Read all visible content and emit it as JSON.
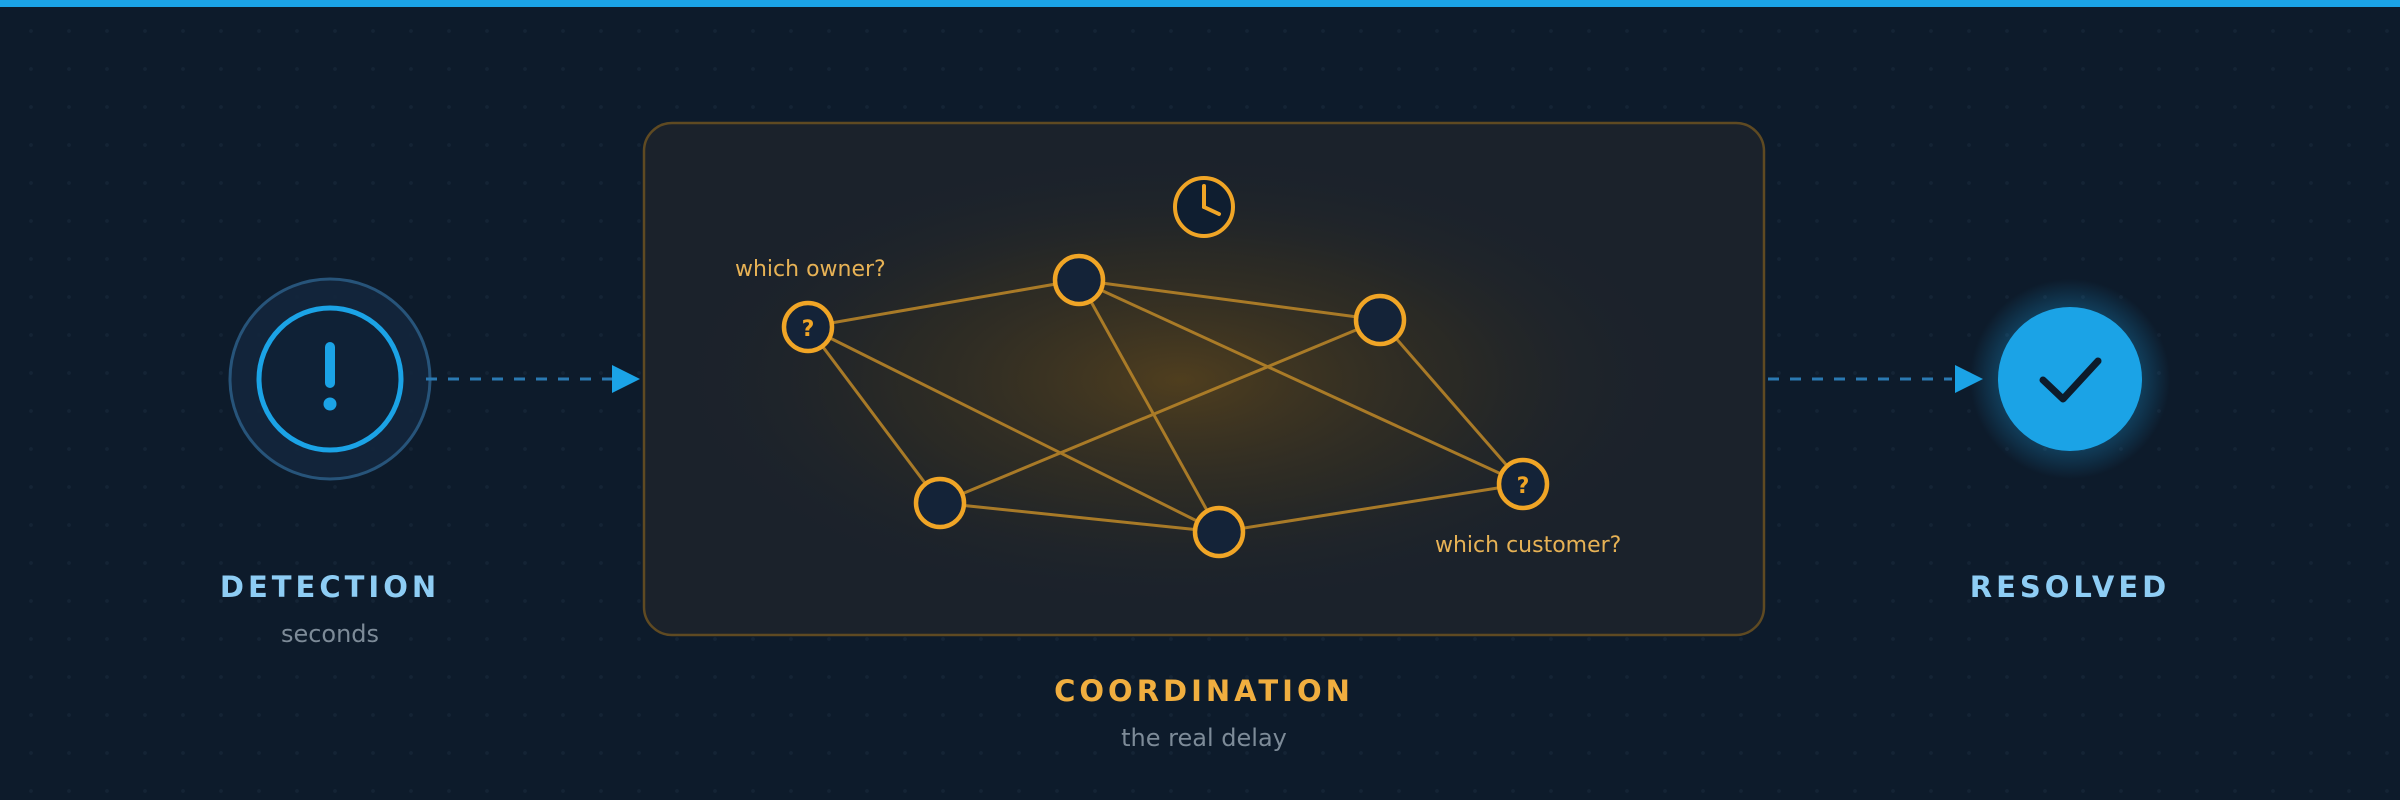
{
  "colors": {
    "background": "#0d1b2b",
    "accent_blue": "#1ba3e6",
    "accent_amber": "#f0a526",
    "title_blue": "#8ecdf4",
    "title_amber": "#f0ae3f"
  },
  "stages": {
    "detection": {
      "title": "DETECTION",
      "subtitle": "seconds",
      "icon": "exclamation-icon"
    },
    "coordination": {
      "title": "COORDINATION",
      "subtitle": "the real delay",
      "icon": "clock-icon",
      "annotations": {
        "owner": "which owner?",
        "customer": "which customer?"
      },
      "node_mark": "?"
    },
    "resolved": {
      "title": "RESOLVED",
      "icon": "checkmark-icon"
    }
  }
}
